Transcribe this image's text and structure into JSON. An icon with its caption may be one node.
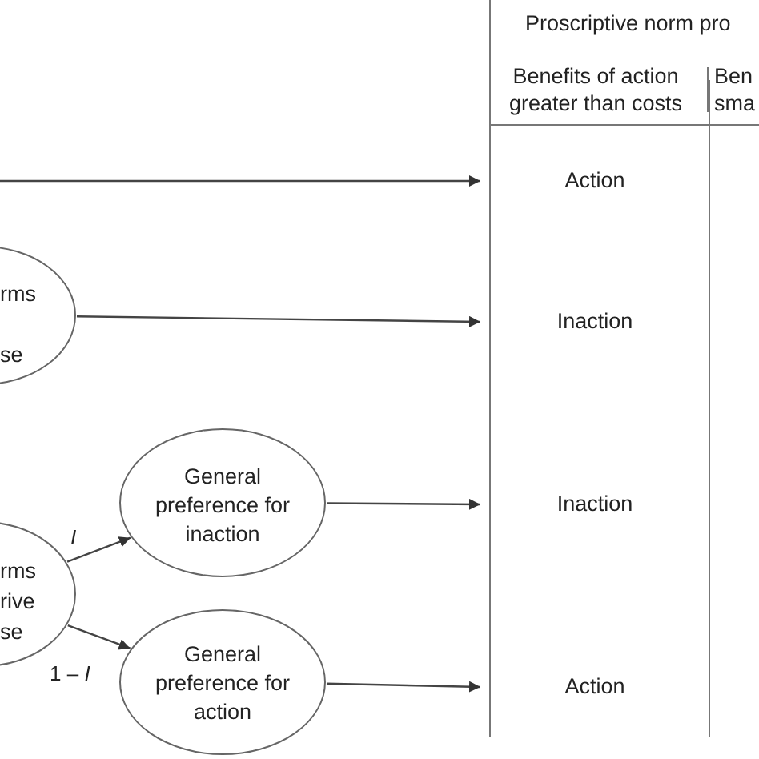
{
  "diagram": {
    "nodes": [
      {
        "text": [
          "rms se"
        ]
      },
      {
        "text": [
          "rms rive se"
        ]
      },
      {
        "text": [
          "General preference for inaction"
        ]
      },
      {
        "text": [
          "General preference for action"
        ]
      },
      {
        "text": [
          "Action"
        ]
      },
      {
        "text": [
          "Inaction"
        ]
      },
      {
        "text": [
          "Inaction"
        ]
      },
      {
        "text": [
          "Action"
        ]
      }
    ],
    "edges": [
      {
        "from": null,
        "to": 4,
        "arrow": "to"
      },
      {
        "from": 0,
        "to": 5,
        "arrow": "to"
      },
      {
        "from": 1,
        "to": 2,
        "arrow": "to",
        "label": "I"
      },
      {
        "from": 1,
        "to": 3,
        "arrow": "to",
        "label": "1 – *I*"
      },
      {
        "from": 2,
        "to": 6,
        "arrow": "to"
      },
      {
        "from": 3,
        "to": 7,
        "arrow": "to"
      }
    ],
    "labels": [
      "Proscriptive norm pro",
      "Benefits of action greater than costs",
      "Ben sma"
    ]
  }
}
